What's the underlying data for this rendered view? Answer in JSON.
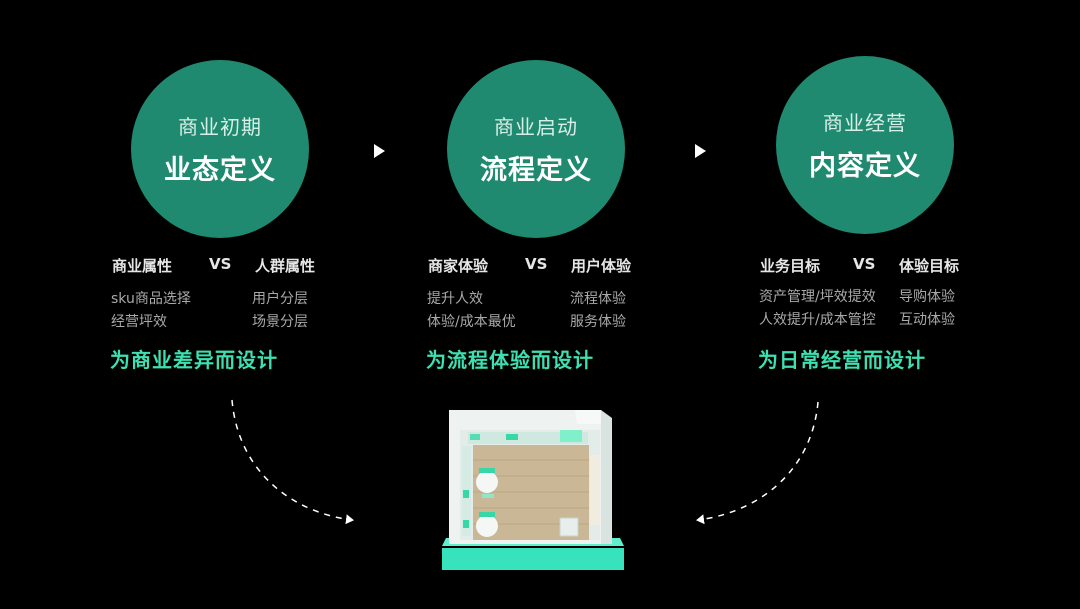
{
  "stages": [
    {
      "phase": "商业初期",
      "title": "业态定义",
      "left_attr": "商业属性",
      "vs": "VS",
      "right_attr": "人群属性",
      "left_items": [
        "sku商品选择",
        "经营坪效"
      ],
      "right_items": [
        "用户分层",
        "场景分层"
      ],
      "slogan": "为商业差异而设计"
    },
    {
      "phase": "商业启动",
      "title": "流程定义",
      "left_attr": "商家体验",
      "vs": "VS",
      "right_attr": "用户体验",
      "left_items": [
        "提升人效",
        "体验/成本最优"
      ],
      "right_items": [
        "流程体验",
        "服务体验"
      ],
      "slogan": "为流程体验而设计"
    },
    {
      "phase": "商业经营",
      "title": "内容定义",
      "left_attr": "业务目标",
      "vs": "VS",
      "right_attr": "体验目标",
      "left_items": [
        "资产管理/坪效提效",
        "人效提升/成本管控"
      ],
      "right_items": [
        "导购体验",
        "互动体验"
      ],
      "slogan": "为日常经营而设计"
    }
  ],
  "colors": {
    "circle": "#1f8a6f",
    "accent": "#3de0b0",
    "background": "#000000"
  },
  "icons": [
    "arrow-right-icon",
    "store-3d-illustration",
    "dashed-arrow-icon"
  ]
}
